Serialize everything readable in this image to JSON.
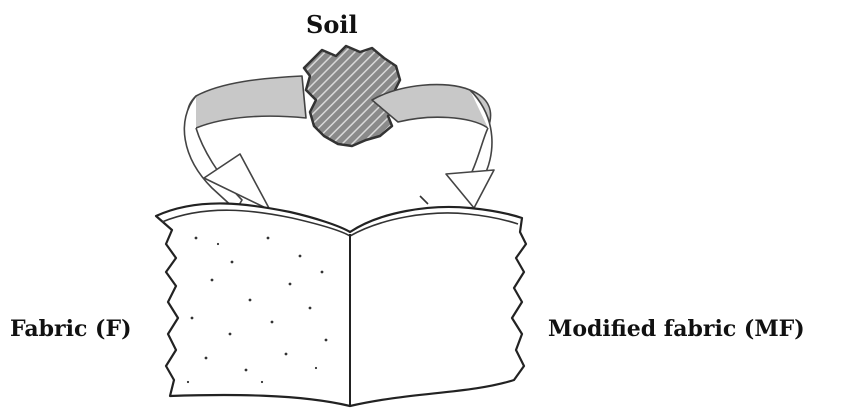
{
  "labels": {
    "soil": "Soil",
    "fabric": "Fabric (F)",
    "modified_fabric": "Modified fabric (MF)"
  },
  "colors": {
    "ink": "#222222",
    "soil_fill": "#8a8a8a",
    "soil_hatch": "#d9d9d9",
    "arrow_fill": "#c8c8c8",
    "arrow_outline": "#444444"
  }
}
